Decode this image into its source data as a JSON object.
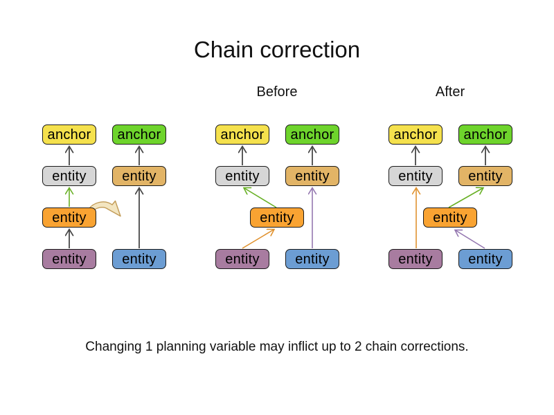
{
  "title": "Chain correction",
  "caption": "Changing 1 planning variable may inflict up to 2 chain corrections.",
  "section_labels": {
    "before": "Before",
    "after": "After"
  },
  "colors": {
    "anchor_yellow": "#F5E14D",
    "anchor_green": "#6ED42C",
    "entity_gray": "#D6D6D6",
    "entity_tan": "#E2B466",
    "entity_orange": "#F9A332",
    "entity_purple": "#A87CA0",
    "entity_blue": "#6C9DD3",
    "arrow_dark": "#474747",
    "arrow_green": "#68B025",
    "arrow_orange": "#E0922F",
    "arrow_purple": "#9477B0",
    "move_arrow_fill": "#F3E5C0",
    "move_arrow_outline": "#C19A55"
  },
  "groups": [
    {
      "name": "initial",
      "label": "",
      "boxes": [
        {
          "label": "anchor",
          "color": "yellow"
        },
        {
          "label": "entity",
          "color": "gray"
        },
        {
          "label": "entity",
          "color": "orange"
        },
        {
          "label": "entity",
          "color": "purple"
        },
        {
          "label": "anchor",
          "color": "green"
        },
        {
          "label": "entity",
          "color": "tan"
        },
        {
          "label": "entity",
          "color": "blue"
        }
      ],
      "edges": [
        {
          "from": "entity-purple",
          "to": "entity-orange",
          "color": "dark"
        },
        {
          "from": "entity-orange",
          "to": "entity-gray",
          "color": "green"
        },
        {
          "from": "entity-gray",
          "to": "anchor-yellow",
          "color": "dark"
        },
        {
          "from": "entity-blue",
          "to": "entity-tan",
          "color": "dark"
        },
        {
          "from": "entity-tan",
          "to": "anchor-green",
          "color": "dark"
        },
        {
          "from": "entity-orange",
          "to": "chain-2",
          "color": "move-hint",
          "style": "curved"
        }
      ]
    },
    {
      "name": "before",
      "label": "Before",
      "boxes": [
        {
          "label": "anchor",
          "color": "yellow"
        },
        {
          "label": "entity",
          "color": "gray"
        },
        {
          "label": "entity",
          "color": "purple"
        },
        {
          "label": "anchor",
          "color": "green"
        },
        {
          "label": "entity",
          "color": "tan"
        },
        {
          "label": "entity",
          "color": "blue"
        },
        {
          "label": "entity",
          "color": "orange"
        }
      ],
      "edges": [
        {
          "from": "entity-gray",
          "to": "anchor-yellow",
          "color": "dark"
        },
        {
          "from": "entity-tan",
          "to": "anchor-green",
          "color": "dark"
        },
        {
          "from": "entity-orange",
          "to": "entity-gray",
          "color": "green"
        },
        {
          "from": "entity-purple",
          "to": "entity-orange",
          "color": "orange"
        },
        {
          "from": "entity-blue",
          "to": "entity-tan",
          "color": "purple"
        }
      ]
    },
    {
      "name": "after",
      "label": "After",
      "boxes": [
        {
          "label": "anchor",
          "color": "yellow"
        },
        {
          "label": "entity",
          "color": "gray"
        },
        {
          "label": "entity",
          "color": "purple"
        },
        {
          "label": "anchor",
          "color": "green"
        },
        {
          "label": "entity",
          "color": "tan"
        },
        {
          "label": "entity",
          "color": "blue"
        },
        {
          "label": "entity",
          "color": "orange"
        }
      ],
      "edges": [
        {
          "from": "entity-gray",
          "to": "anchor-yellow",
          "color": "dark"
        },
        {
          "from": "entity-tan",
          "to": "anchor-green",
          "color": "dark"
        },
        {
          "from": "entity-purple",
          "to": "entity-gray",
          "color": "orange"
        },
        {
          "from": "entity-orange",
          "to": "entity-tan",
          "color": "green"
        },
        {
          "from": "entity-blue",
          "to": "entity-orange",
          "color": "purple"
        }
      ]
    }
  ]
}
